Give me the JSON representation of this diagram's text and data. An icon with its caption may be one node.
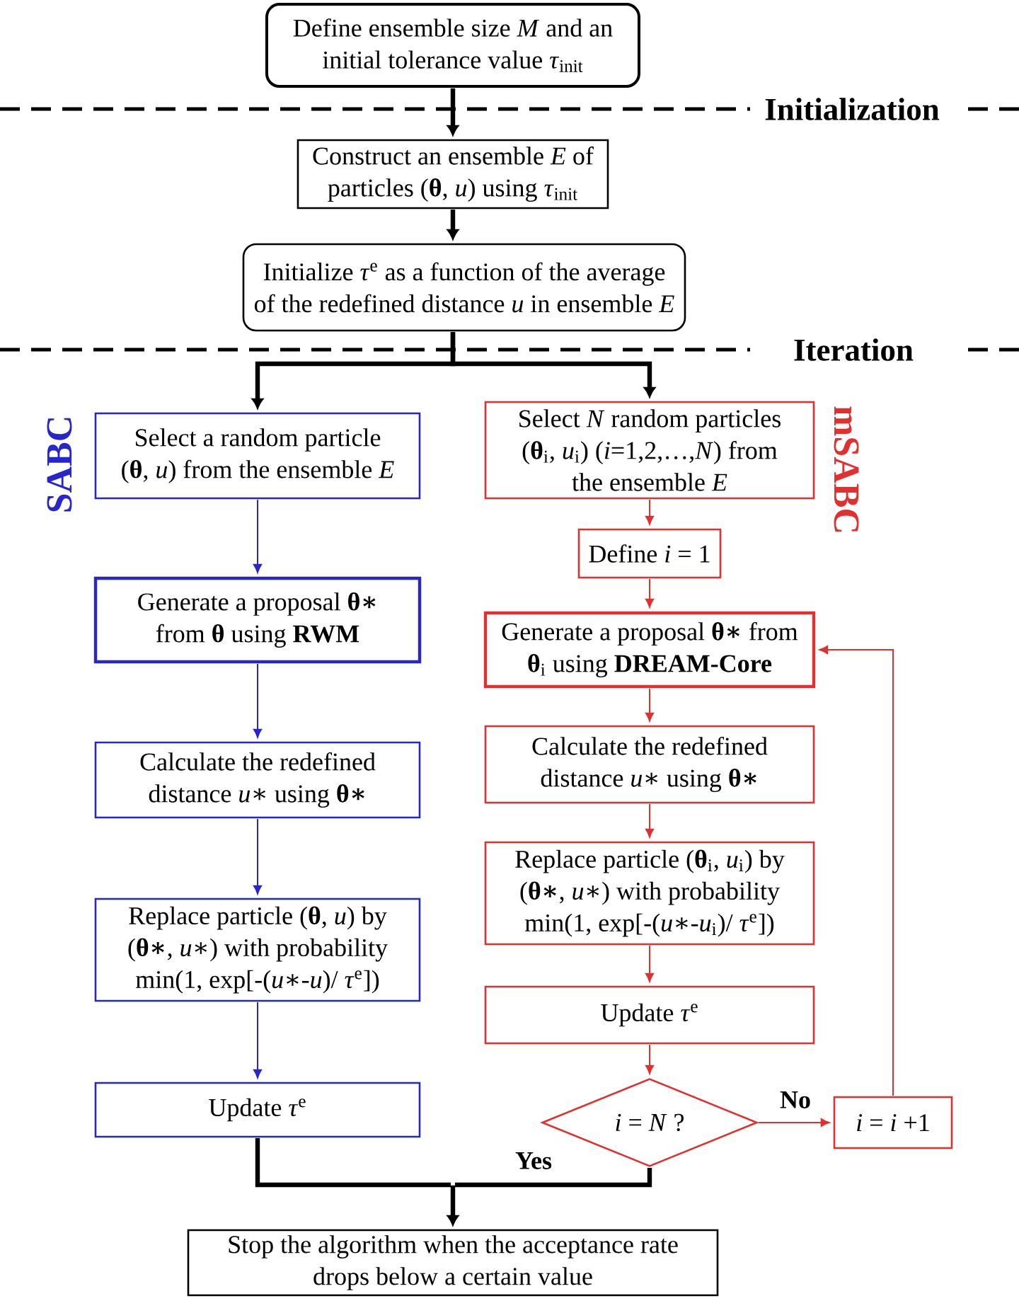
{
  "diagram": {
    "nodes": [
      {
        "text": [
          "Define ensemble size *M* and an initial tolerance value *τ*$_{init}$"
        ]
      },
      {
        "text": [
          "Construct an ensemble *E* of particles (**θ**, *u*) using *τ*$_{init}$"
        ]
      },
      {
        "text": [
          "Initialize *τ*$^{e}$ as a function of the average of the redefined distance *u* in ensemble *E*"
        ]
      },
      {
        "text": [
          "Select a random particle (**θ**, *u*) from the ensemble *E*"
        ]
      },
      {
        "text": [
          "Generate a proposal **θ∗** from **θ** using **RWM**"
        ]
      },
      {
        "text": [
          "Calculate the redefined distance *u*∗ using **θ∗**"
        ]
      },
      {
        "text": [
          "Replace particle (**θ**, *u*) by (**θ∗**, *u*∗) with probability min(1, exp[-(*u*∗-*u*)/ *τ*$^{e}$])"
        ]
      },
      {
        "text": [
          "Update *τ*$^{e}$"
        ]
      },
      {
        "text": [
          "Select *N* random particles (**θ**$_{i}$, *u*$_{i}$) (*i*=1,2,…,*N*) from the ensemble *E*"
        ]
      },
      {
        "text": [
          "Define *i* = 1"
        ]
      },
      {
        "text": [
          "Generate a proposal **θ∗** from **θ**$_{i}$ using **DREAM-Core**"
        ]
      },
      {
        "text": [
          "Calculate the redefined distance *u*∗ using **θ∗**"
        ]
      },
      {
        "text": [
          "Replace particle (**θ**$_{i}$, *u*$_{i}$) by (**θ∗**, *u*∗) with probability min(1, exp[-(*u*∗-*u*$_{i}$)/ *τ*$^{e}$])"
        ]
      },
      {
        "text": [
          "Update *τ*$^{e}$"
        ]
      },
      {
        "text": [
          "*i* = *N* ?"
        ]
      },
      {
        "text": [
          "*i* = *i* +1"
        ]
      },
      {
        "text": [
          "Stop the algorithm when the acceptance rate drops below a certain value"
        ]
      }
    ],
    "edges": [
      {
        "from": 0,
        "to": 1,
        "arrow": "to",
        "style": "thick",
        "color": "#000000"
      },
      {
        "from": 1,
        "to": 2,
        "arrow": "to",
        "style": "thick",
        "color": "#000000"
      },
      {
        "from": 2,
        "to": 3,
        "arrow": "to",
        "style": "thick",
        "color": "#000000"
      },
      {
        "from": 2,
        "to": 8,
        "arrow": "to",
        "style": "thick",
        "color": "#000000"
      },
      {
        "from": 3,
        "to": 4,
        "arrow": "to",
        "color": "#2626cc"
      },
      {
        "from": 4,
        "to": 5,
        "arrow": "to",
        "color": "#2626cc"
      },
      {
        "from": 5,
        "to": 6,
        "arrow": "to",
        "color": "#2626cc"
      },
      {
        "from": 6,
        "to": 7,
        "arrow": "to",
        "color": "#2626cc"
      },
      {
        "from": 7,
        "to": 16,
        "arrow": "to",
        "style": "thick",
        "color": "#000000"
      },
      {
        "from": 8,
        "to": 9,
        "arrow": "to"
      },
      {
        "from": 9,
        "to": 10,
        "arrow": "to"
      },
      {
        "from": 10,
        "to": 11,
        "arrow": "to"
      },
      {
        "from": 11,
        "to": 12,
        "arrow": "to"
      },
      {
        "from": 12,
        "to": 13,
        "arrow": "to"
      },
      {
        "from": 13,
        "to": 14,
        "arrow": "to"
      },
      {
        "from": 14,
        "to": 15,
        "arrow": "to",
        "label": "No"
      },
      {
        "from": 15,
        "to": 10,
        "arrow": "to"
      },
      {
        "from": 14,
        "to": 16,
        "arrow": "to",
        "label": "Yes",
        "style": "thick",
        "color": "#000000"
      }
    ],
    "labels": [
      "Initialization",
      "Iteration",
      "SABC",
      "mSABC"
    ]
  }
}
